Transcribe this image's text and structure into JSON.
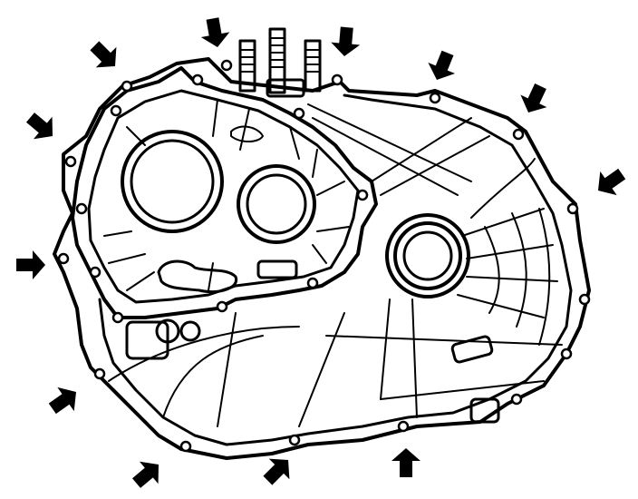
{
  "diagram": {
    "subject": "transmission-housing",
    "ink_color": "#000000",
    "background_color": "#ffffff",
    "arrows": [
      {
        "id": "a1",
        "icon": "arrow-icon"
      },
      {
        "id": "a2",
        "icon": "arrow-icon"
      },
      {
        "id": "a3",
        "icon": "arrow-icon"
      },
      {
        "id": "a4",
        "icon": "arrow-icon"
      },
      {
        "id": "a5",
        "icon": "arrow-icon"
      },
      {
        "id": "a6",
        "icon": "arrow-icon"
      },
      {
        "id": "a7",
        "icon": "arrow-icon"
      },
      {
        "id": "a8",
        "icon": "arrow-icon"
      },
      {
        "id": "a9",
        "icon": "arrow-icon"
      },
      {
        "id": "a10",
        "icon": "arrow-icon"
      },
      {
        "id": "a11",
        "icon": "arrow-icon"
      },
      {
        "id": "a12",
        "icon": "arrow-icon"
      },
      {
        "id": "a13",
        "icon": "arrow-icon"
      }
    ]
  }
}
